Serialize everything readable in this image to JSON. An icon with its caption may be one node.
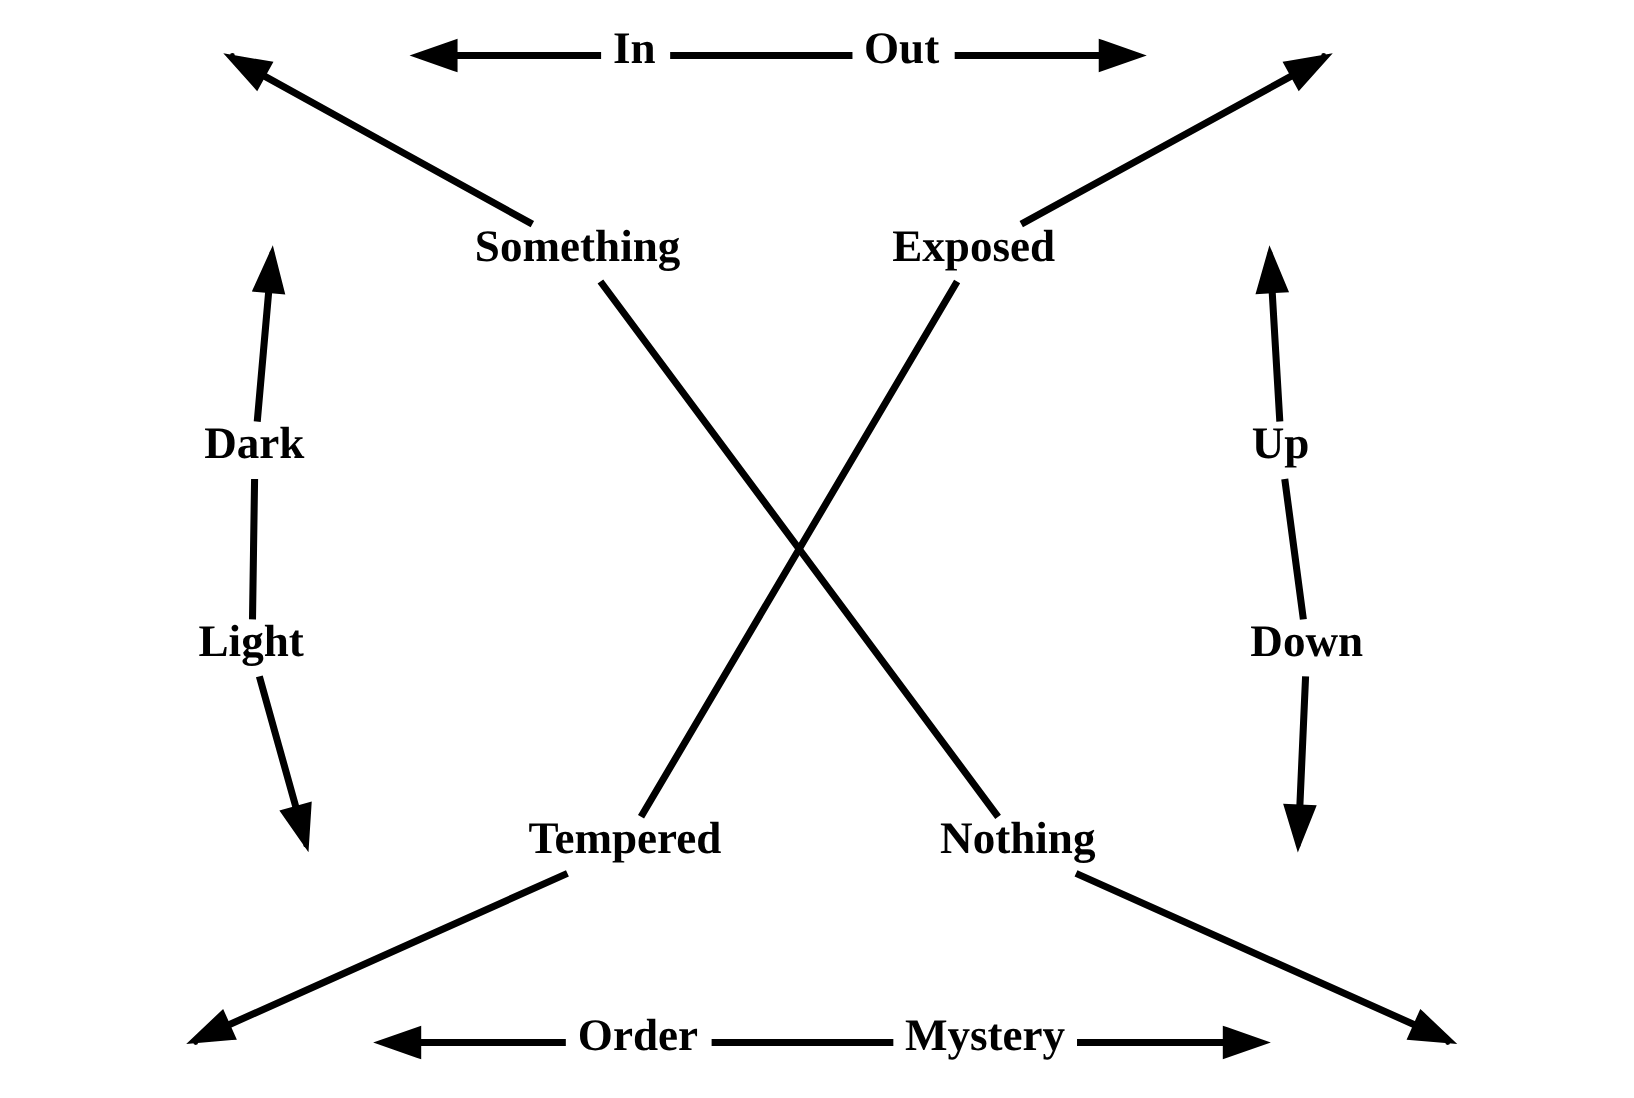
{
  "diagram": {
    "nodes": [
      {
        "text": [
          "In"
        ]
      },
      {
        "text": [
          "Out"
        ]
      },
      {
        "text": [
          "Something"
        ]
      },
      {
        "text": [
          "Exposed"
        ]
      },
      {
        "text": [
          "Dark"
        ]
      },
      {
        "text": [
          "Up"
        ]
      },
      {
        "text": [
          "Light"
        ]
      },
      {
        "text": [
          "Down"
        ]
      },
      {
        "text": [
          "Tempered"
        ]
      },
      {
        "text": [
          "Nothing"
        ]
      },
      {
        "text": [
          "Order"
        ]
      },
      {
        "text": [
          "Mystery"
        ]
      }
    ],
    "edges": [
      {
        "from": 0,
        "to": 1,
        "arrow": "none"
      },
      {
        "from": 4,
        "to": 6,
        "arrow": "none"
      },
      {
        "from": 5,
        "to": 7,
        "arrow": "none"
      },
      {
        "from": 2,
        "to": 9,
        "arrow": "none"
      },
      {
        "from": 3,
        "to": 8,
        "arrow": "none"
      },
      {
        "from": 10,
        "to": 11,
        "arrow": "none"
      },
      {
        "from": 0,
        "to": null,
        "arrow": "to"
      },
      {
        "from": 1,
        "to": null,
        "arrow": "to"
      },
      {
        "from": 2,
        "to": null,
        "arrow": "to"
      },
      {
        "from": 3,
        "to": null,
        "arrow": "to"
      },
      {
        "from": 4,
        "to": null,
        "arrow": "to"
      },
      {
        "from": 5,
        "to": null,
        "arrow": "to"
      },
      {
        "from": 6,
        "to": null,
        "arrow": "to"
      },
      {
        "from": 8,
        "to": null,
        "arrow": "to"
      },
      {
        "from": 9,
        "to": null,
        "arrow": "to"
      },
      {
        "from": 7,
        "to": null,
        "arrow": "to"
      },
      {
        "from": 10,
        "to": null,
        "arrow": "to"
      },
      {
        "from": 11,
        "to": null,
        "arrow": "to"
      }
    ]
  }
}
